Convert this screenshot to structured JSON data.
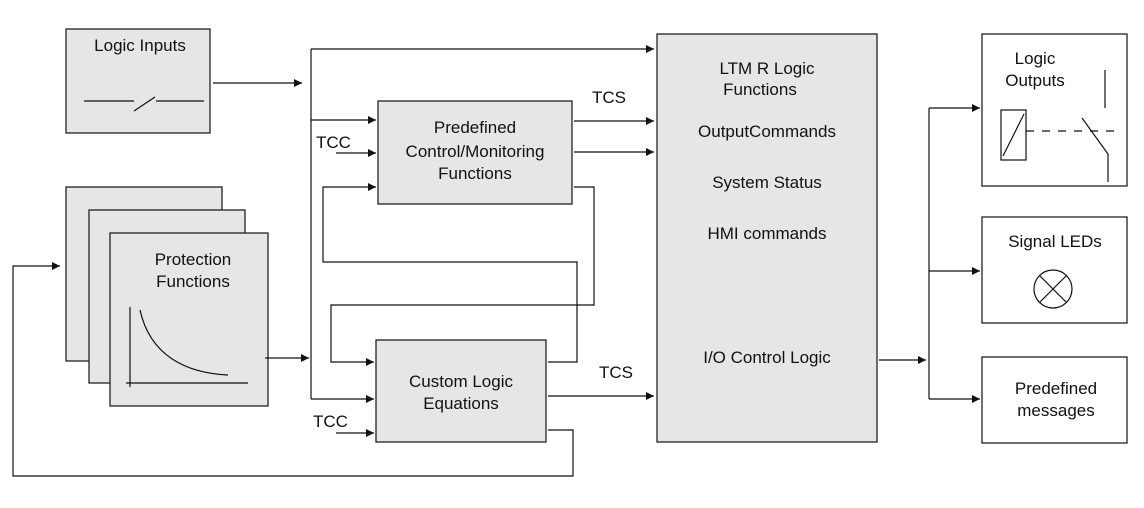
{
  "logic_inputs": {
    "title": "Logic Inputs"
  },
  "protection": {
    "title_line1": "Protection",
    "title_line2": "Functions"
  },
  "predefined": {
    "line1": "Predefined",
    "line2": "Control/Monitoring",
    "line3": "Functions"
  },
  "custom": {
    "line1": "Custom Logic",
    "line2": "Equations"
  },
  "ltm": {
    "title_line1": "LTM R Logic",
    "title_line2": "Functions",
    "item1": "OutputCommands",
    "item2": "System Status",
    "item3": "HMI commands",
    "item4": "I/O Control Logic"
  },
  "outputs": {
    "logic_line1": "Logic",
    "logic_line2": "Outputs",
    "leds": "Signal LEDs",
    "messages_line1": "Predefined",
    "messages_line2": "messages"
  },
  "signals": {
    "tcs_top": "TCS",
    "tcc_top": "TCC",
    "tcs_bottom": "TCS",
    "tcc_bottom": "TCC"
  }
}
